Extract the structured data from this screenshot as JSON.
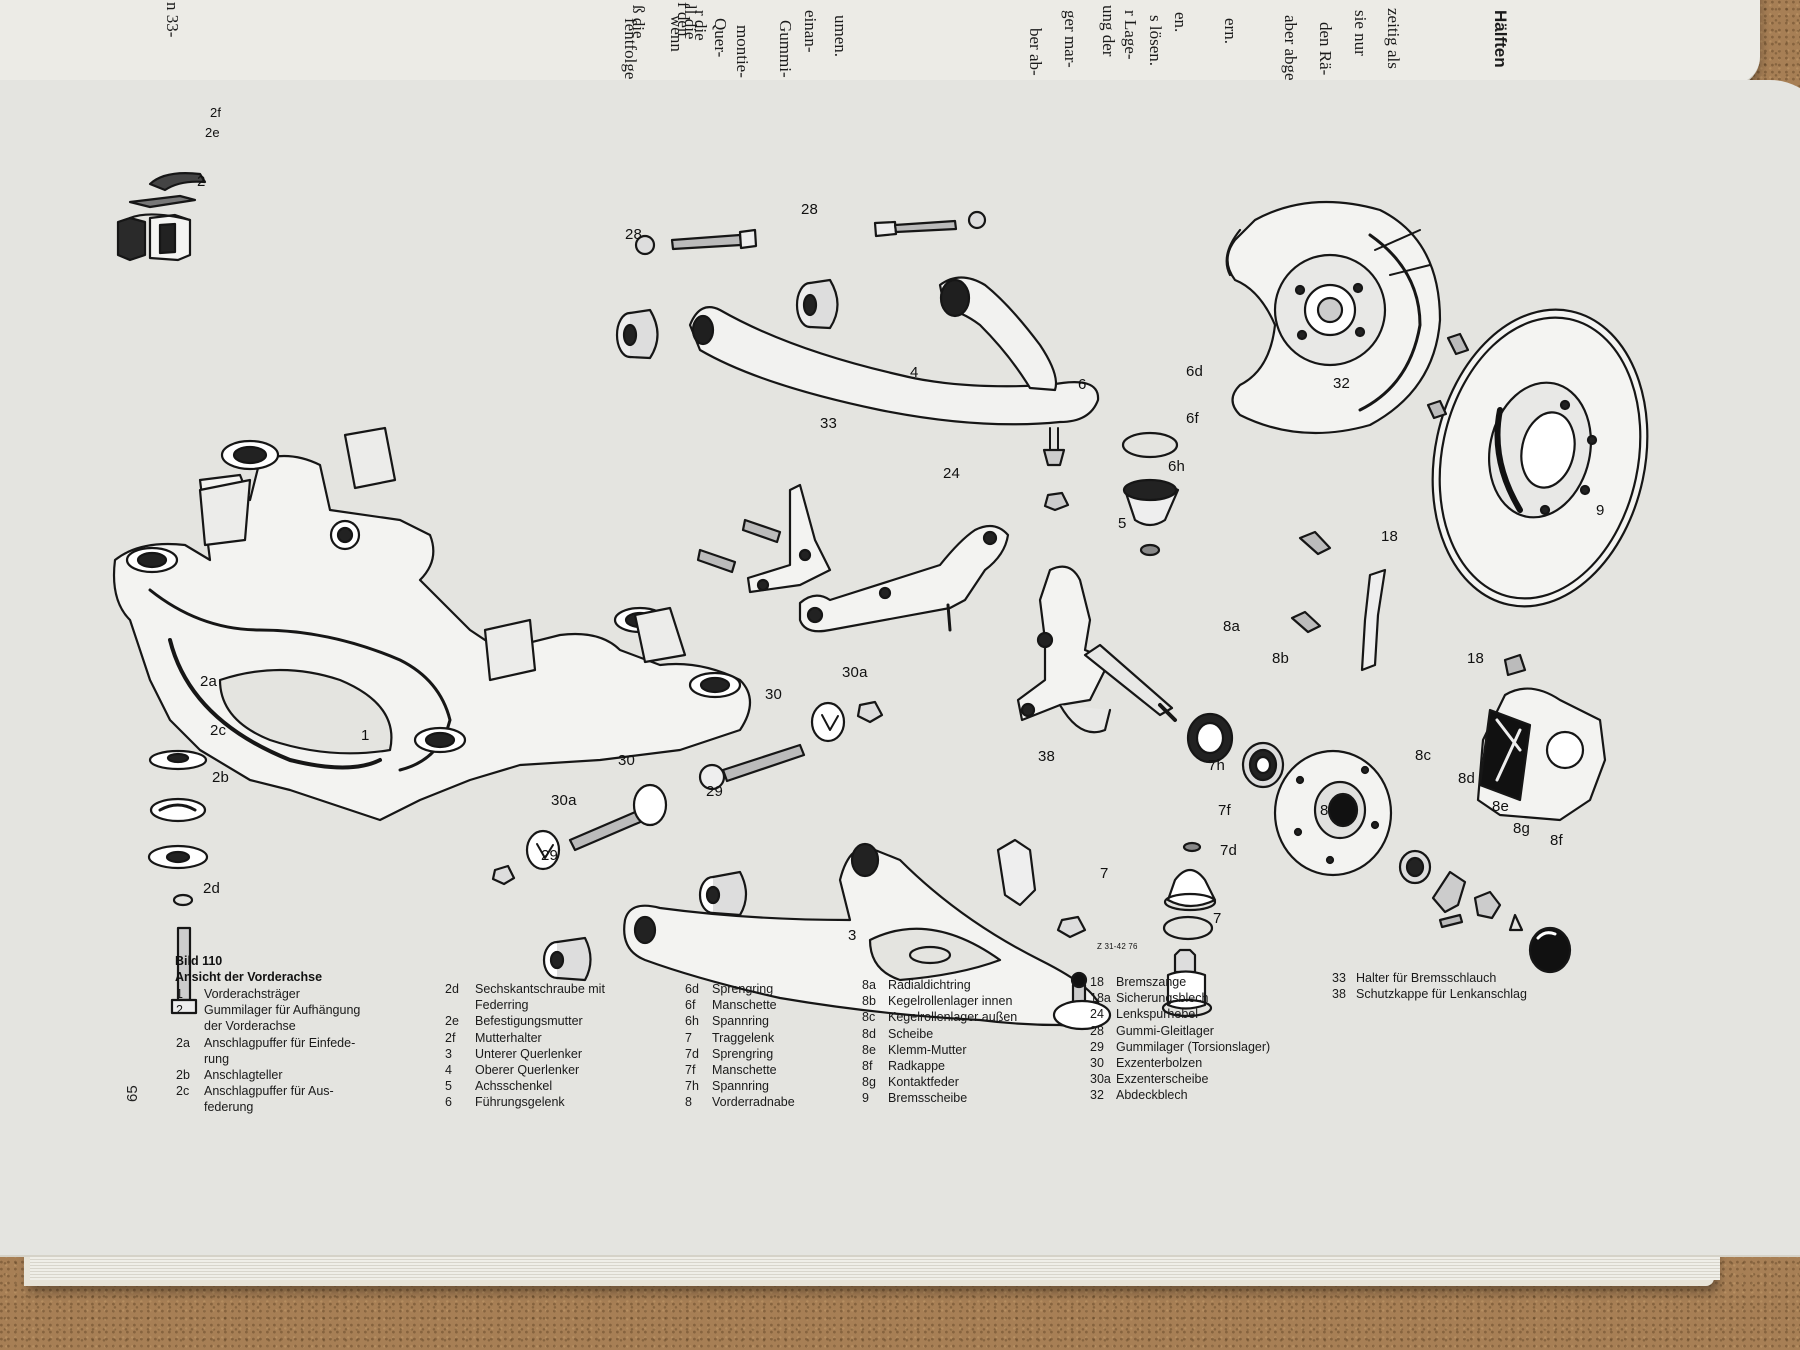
{
  "top_page": {
    "fragments": [
      "n 33-",
      "fentfolge",
      "ß die",
      "wenn",
      "f den",
      "ll die",
      "r die",
      "Quer-",
      "montie-",
      "Gummi-",
      "einan-",
      "umen.",
      "ber ab-",
      "ger mar-",
      "ung der",
      "r Lage-",
      "s lösen.",
      "en.",
      "ern.",
      "aber abge-",
      "den Rä-",
      "sie nur",
      "zeitig als",
      "Hälften"
    ]
  },
  "diagram": {
    "labels": [
      {
        "id": "2f",
        "text": "2f"
      },
      {
        "id": "2e",
        "text": "2e"
      },
      {
        "id": "2",
        "text": "2"
      },
      {
        "id": "28a",
        "text": "28"
      },
      {
        "id": "28b",
        "text": "28"
      },
      {
        "id": "4",
        "text": "4"
      },
      {
        "id": "6",
        "text": "6"
      },
      {
        "id": "6d",
        "text": "6d"
      },
      {
        "id": "6f",
        "text": "6f"
      },
      {
        "id": "6h",
        "text": "6h"
      },
      {
        "id": "32",
        "text": "32"
      },
      {
        "id": "9",
        "text": "9"
      },
      {
        "id": "33",
        "text": "33"
      },
      {
        "id": "24",
        "text": "24"
      },
      {
        "id": "5",
        "text": "5"
      },
      {
        "id": "18a",
        "text": "18"
      },
      {
        "id": "18b",
        "text": "18"
      },
      {
        "id": "8a",
        "text": "8a"
      },
      {
        "id": "8b",
        "text": "8b"
      },
      {
        "id": "30a_1",
        "text": "30a"
      },
      {
        "id": "30_1",
        "text": "30"
      },
      {
        "id": "2a",
        "text": "2a"
      },
      {
        "id": "2c",
        "text": "2c"
      },
      {
        "id": "2b",
        "text": "2b"
      },
      {
        "id": "2d",
        "text": "2d"
      },
      {
        "id": "1",
        "text": "1"
      },
      {
        "id": "30_2",
        "text": "30"
      },
      {
        "id": "30a_2",
        "text": "30a"
      },
      {
        "id": "29a",
        "text": "29"
      },
      {
        "id": "29b",
        "text": "29"
      },
      {
        "id": "38",
        "text": "38"
      },
      {
        "id": "7h",
        "text": "7h"
      },
      {
        "id": "7f",
        "text": "7f"
      },
      {
        "id": "7d",
        "text": "7d"
      },
      {
        "id": "7",
        "text": "7"
      },
      {
        "id": "7b",
        "text": "7"
      },
      {
        "id": "3",
        "text": "3"
      },
      {
        "id": "8c",
        "text": "8c"
      },
      {
        "id": "8d",
        "text": "8d"
      },
      {
        "id": "8e",
        "text": "8e"
      },
      {
        "id": "8g",
        "text": "8g"
      },
      {
        "id": "8f",
        "text": "8f"
      },
      {
        "id": "8",
        "text": "8"
      },
      {
        "id": "code",
        "text": "Z 31-42 76"
      }
    ]
  },
  "caption": {
    "title": "Bild 110",
    "subtitle": "Ansicht der Vorderachse"
  },
  "legend": [
    [
      {
        "num": "1",
        "text": "Vorderachsträger"
      },
      {
        "num": "2",
        "text": "Gummilager für Aufhängung"
      },
      {
        "num": "",
        "text": "der Vorderachse"
      },
      {
        "num": "2a",
        "text": "Anschlagpuffer für Einfede-"
      },
      {
        "num": "",
        "text": "rung"
      },
      {
        "num": "2b",
        "text": "Anschlagteller"
      },
      {
        "num": "2c",
        "text": "Anschlagpuffer für Aus-"
      },
      {
        "num": "",
        "text": "federung"
      }
    ],
    [
      {
        "num": "2d",
        "text": "Sechskantschraube mit"
      },
      {
        "num": "",
        "text": "Federring"
      },
      {
        "num": "2e",
        "text": "Befestigungsmutter"
      },
      {
        "num": "2f",
        "text": "Mutterhalter"
      },
      {
        "num": "3",
        "text": "Unterer Querlenker"
      },
      {
        "num": "4",
        "text": "Oberer Querlenker"
      },
      {
        "num": "5",
        "text": "Achsschenkel"
      },
      {
        "num": "6",
        "text": "Führungsgelenk"
      }
    ],
    [
      {
        "num": "6d",
        "text": "Sprengring"
      },
      {
        "num": "6f",
        "text": "Manschette"
      },
      {
        "num": "6h",
        "text": "Spannring"
      },
      {
        "num": "7",
        "text": "Traggelenk"
      },
      {
        "num": "7d",
        "text": "Sprengring"
      },
      {
        "num": "7f",
        "text": "Manschette"
      },
      {
        "num": "7h",
        "text": "Spannring"
      },
      {
        "num": "8",
        "text": "Vorderradnabe"
      }
    ],
    [
      {
        "num": "8a",
        "text": "Radialdichtring"
      },
      {
        "num": "8b",
        "text": "Kegelrollenlager innen"
      },
      {
        "num": "8c",
        "text": "Kegelrollenlager außen"
      },
      {
        "num": "8d",
        "text": "Scheibe"
      },
      {
        "num": "8e",
        "text": "Klemm-Mutter"
      },
      {
        "num": "8f",
        "text": "Radkappe"
      },
      {
        "num": "8g",
        "text": "Kontaktfeder"
      },
      {
        "num": "9",
        "text": "Bremsscheibe"
      }
    ],
    [
      {
        "num": "18",
        "text": "Bremszange"
      },
      {
        "num": "18a",
        "text": "Sicherungsblech"
      },
      {
        "num": "24",
        "text": "Lenkspurhebel"
      },
      {
        "num": "28",
        "text": "Gummi-Gleitlager"
      },
      {
        "num": "29",
        "text": "Gummilager (Torsionslager)"
      },
      {
        "num": "30",
        "text": "Exzenterbolzen"
      },
      {
        "num": "30a",
        "text": "Exzenterscheibe"
      },
      {
        "num": "32",
        "text": "Abdeckblech"
      }
    ],
    [
      {
        "num": "33",
        "text": "Halter für Bremsschlauch"
      },
      {
        "num": "38",
        "text": "Schutzkappe für Lenkanschlag"
      }
    ]
  ],
  "page_number": "65"
}
